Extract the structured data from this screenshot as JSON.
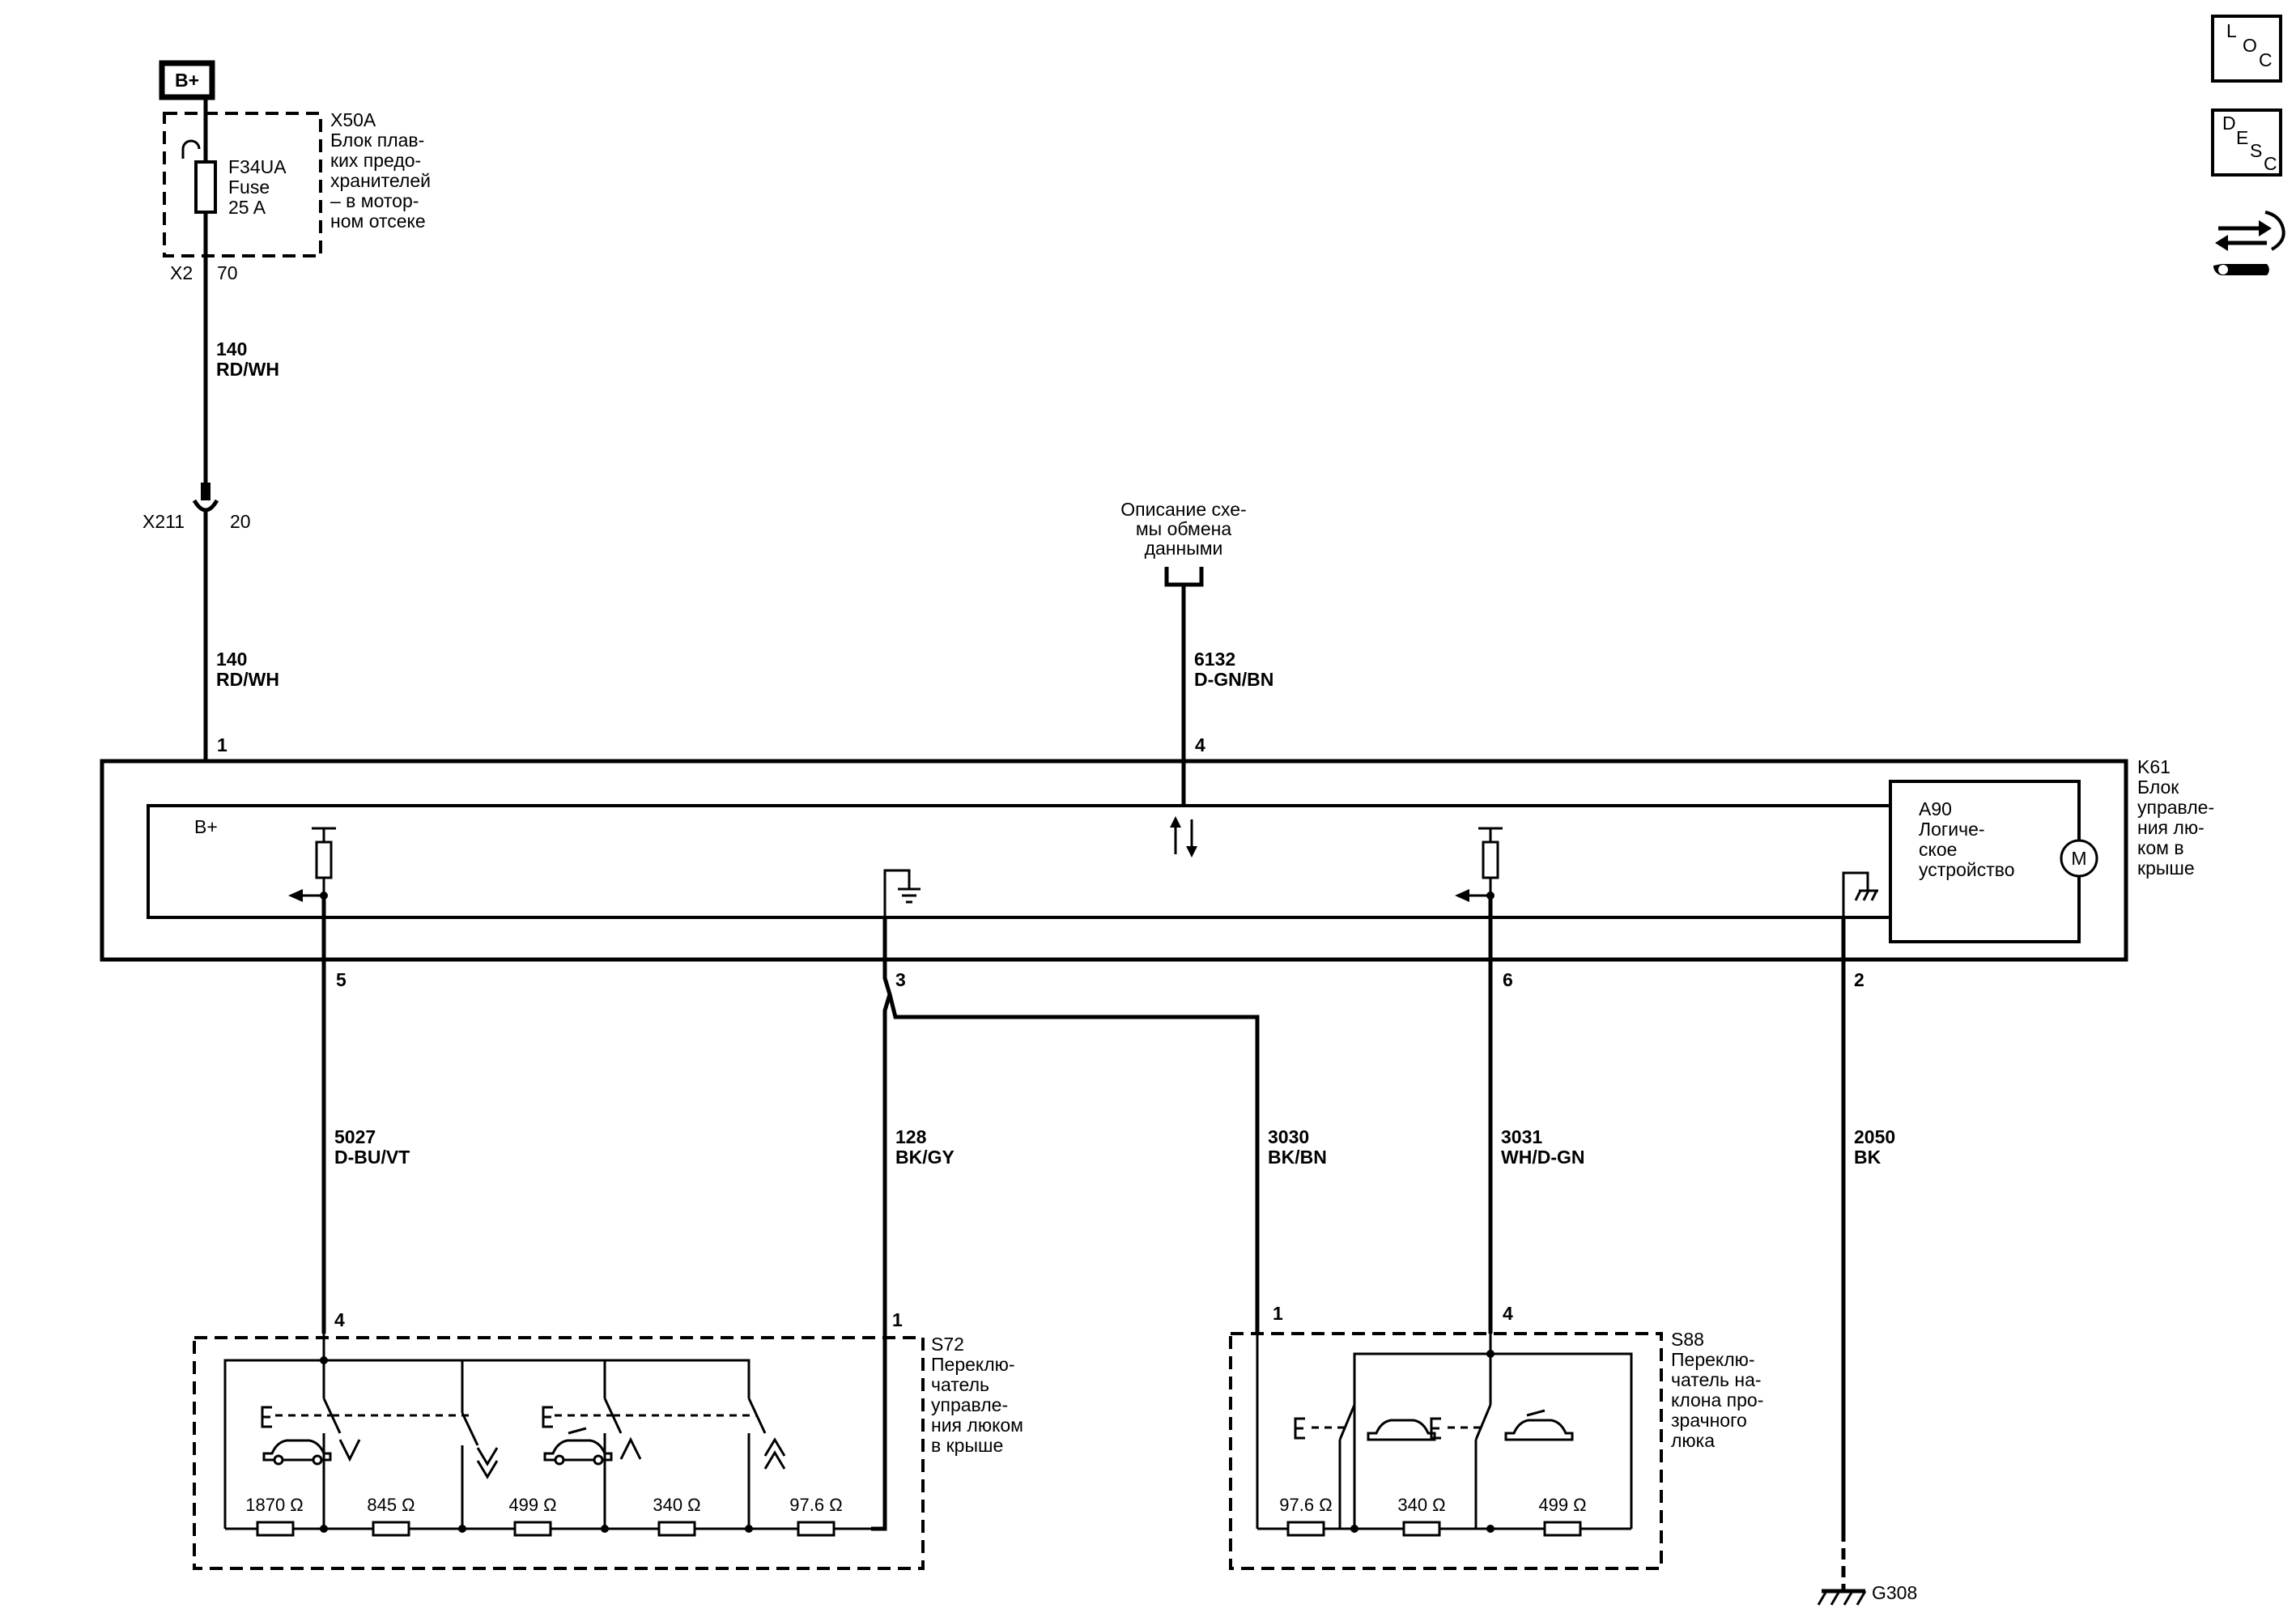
{
  "power": {
    "label": "B+"
  },
  "fuse_block": {
    "id": "X50A",
    "desc": [
      "Блок плав-",
      "ких предо-",
      "хранителей",
      "– в мотор-",
      "ном отсеке"
    ],
    "fuse": [
      "F34UA",
      "Fuse",
      "25 A"
    ],
    "connector": "X2",
    "pin": "70"
  },
  "wires": {
    "w140_top": [
      "140",
      "RD/WH"
    ],
    "w140_bottom": [
      "140",
      "RD/WH"
    ],
    "w6132": [
      "6132",
      "D-GN/BN"
    ],
    "w5027": [
      "5027",
      "D-BU/VT"
    ],
    "w128": [
      "128",
      "BK/GY"
    ],
    "w3030": [
      "3030",
      "BK/BN"
    ],
    "w3031": [
      "3031",
      "WH/D-GN"
    ],
    "w2050": [
      "2050",
      "BK"
    ]
  },
  "inline_connector": {
    "id": "X211",
    "pin": "20"
  },
  "data_link": {
    "label": [
      "Описание схе-",
      "мы обмена",
      "данными"
    ]
  },
  "module": {
    "id": "K61",
    "desc": [
      "Блок",
      "управле-",
      "ния лю-",
      "ком в",
      "крыше"
    ],
    "bplus": "B+",
    "pins": {
      "p1": "1",
      "p4": "4",
      "p5": "5",
      "p3": "3",
      "p6": "6",
      "p2": "2"
    }
  },
  "logic": {
    "id": "A90",
    "desc": [
      "Логиче-",
      "ское",
      "устройство"
    ],
    "motor": "M"
  },
  "switch_s72": {
    "id": "S72",
    "desc": [
      "Переклю-",
      "чатель",
      "управле-",
      "ния люком",
      "в крыше"
    ],
    "pin_a": "4",
    "pin_b": "1",
    "resistors": [
      "1870 Ω",
      "845 Ω",
      "499 Ω",
      "340 Ω",
      "97.6 Ω"
    ]
  },
  "switch_s88": {
    "id": "S88",
    "desc": [
      "Переклю-",
      "чатель на-",
      "клона про-",
      "зрачного",
      "люка"
    ],
    "pin_a": "1",
    "pin_b": "4",
    "resistors": [
      "97.6 Ω",
      "340 Ω",
      "499 Ω"
    ]
  },
  "ground": {
    "id": "G308"
  },
  "nav": {
    "loc": [
      "L",
      "O",
      "C"
    ],
    "desc": [
      "D",
      "E",
      "S",
      "C"
    ]
  }
}
